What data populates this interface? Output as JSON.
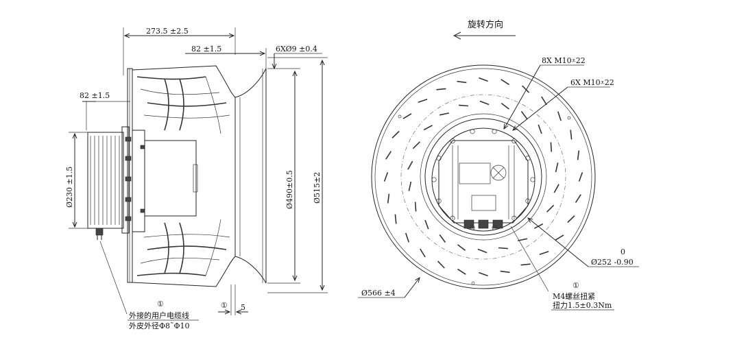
{
  "side_view": {
    "dims": {
      "total_length": "273.5  ±2.5",
      "inlet_length": "82  ±1.5",
      "motor_length": "82  ±1.5",
      "holes": "6XØ9  ±0.4",
      "motor_diameter": "Ø230 ±1.5",
      "inner_diameter": "Ø490±0.5",
      "outer_diameter": "Ø515±2",
      "gap": "5"
    },
    "callout_number": "①",
    "note_number": "①",
    "note_line1": "外接的用户电缆线",
    "note_line2": "外皮外径Φ8˜Φ10"
  },
  "front_view": {
    "rotation_label": "旋转方向",
    "bolts_8": "8X M10⩡22",
    "bolts_6": "6X M10⩡22",
    "tol_upper": "0",
    "bolt_circle": "Ø252 -0.90",
    "outer_diameter": "Ø566  ±4",
    "note_number": "①",
    "note_line1": "M4螺丝扭紧",
    "note_line2": "扭力1.5±0.3Nm"
  }
}
